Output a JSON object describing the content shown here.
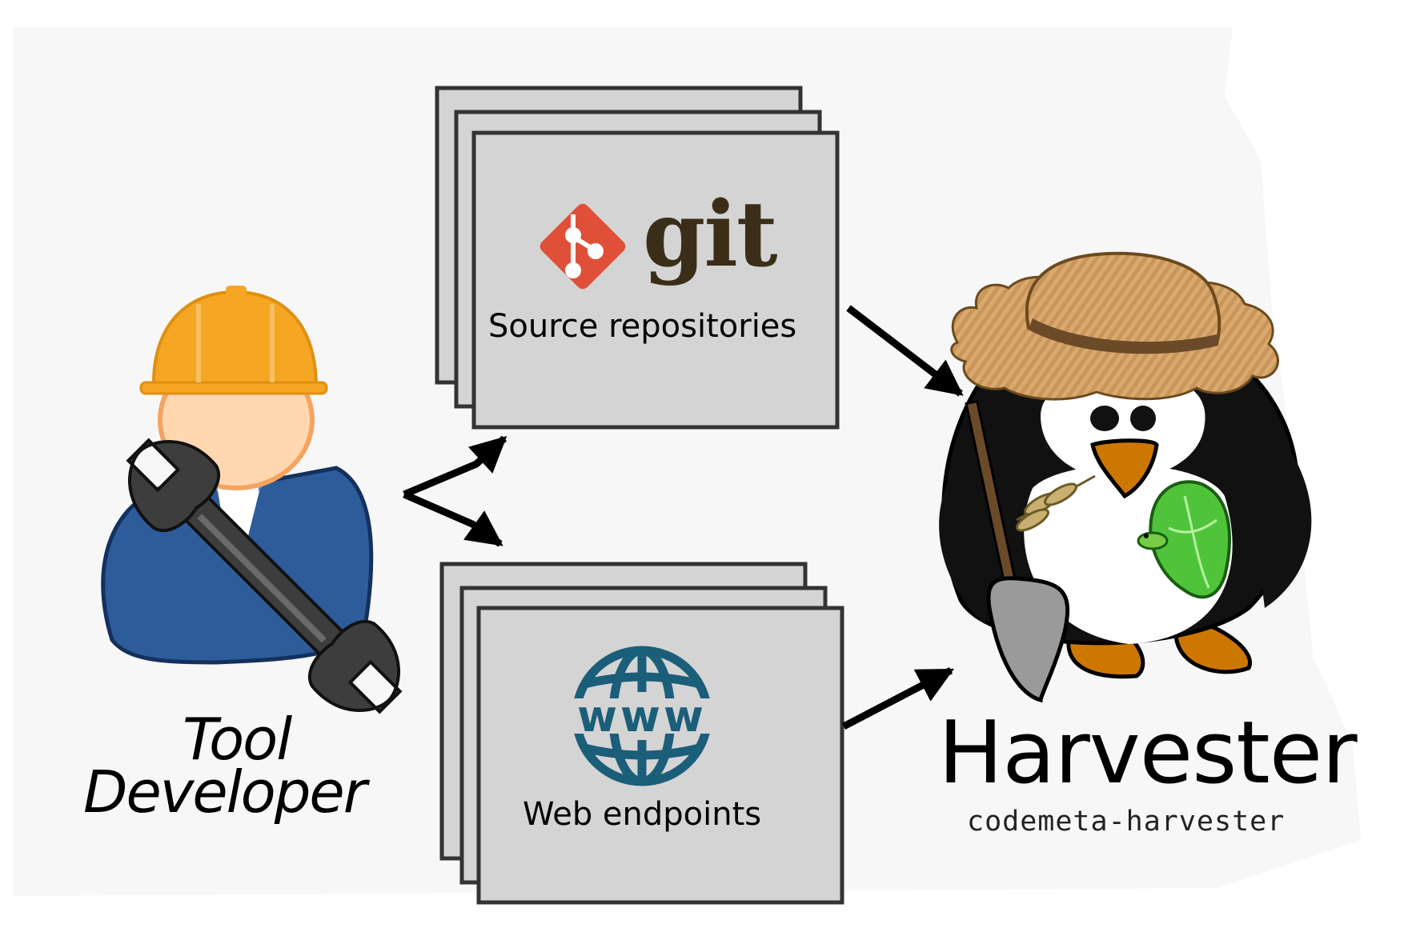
{
  "developer": {
    "title_line1": "Tool",
    "title_line2": "Developer"
  },
  "sources": {
    "git_word": "git",
    "source_label": "Source repositories",
    "web_label": "Web endpoints",
    "www_text": "www"
  },
  "harvester": {
    "title": "Harvester",
    "subtitle": "codemeta-harvester"
  },
  "colors": {
    "background_panel": "#f7f7f7",
    "card_fill": "#d4d4d4",
    "git_red": "#e04f38",
    "git_dark": "#3b2e18",
    "globe_teal": "#1b5e7a",
    "helmet_yellow": "#f5a623",
    "suit_blue": "#2e5c9a",
    "hat_tan": "#d4a25c",
    "penguin_black": "#111111",
    "beak_orange": "#cc7700",
    "cabbage_green": "#4fc43a"
  },
  "icons": [
    "hard-hat-icon",
    "wrench-icon",
    "git-logo-icon",
    "globe-www-icon",
    "penguin-farmer-icon",
    "straw-hat-icon",
    "shovel-icon",
    "cabbage-icon",
    "wheat-icon"
  ]
}
